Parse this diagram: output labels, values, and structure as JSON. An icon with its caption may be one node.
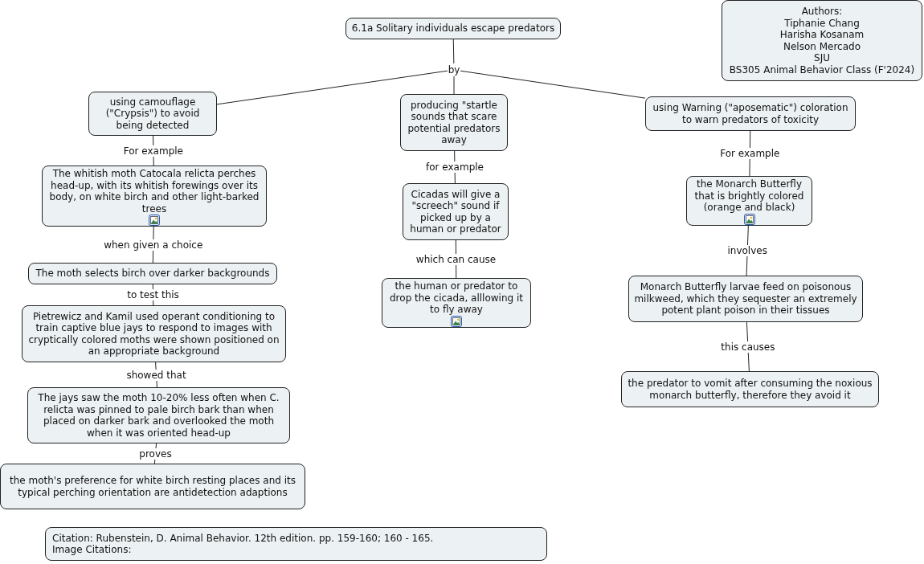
{
  "diagram": {
    "nodes": [
      {
        "text": [
          "6.1a Solitary individuals escape predators"
        ]
      },
      {
        "text": [
          "Authors:",
          "Tiphanie Chang",
          "Harisha Kosanam",
          "Nelson Mercado",
          "SJU",
          "BS305 Animal Behavior Class (F'2024)"
        ]
      },
      {
        "text": [
          "by"
        ]
      },
      {
        "text": [
          "using camouflage (\"Crypsis\") to avoid being detected"
        ]
      },
      {
        "text": [
          "producing \"startle sounds that scare potential predators away"
        ]
      },
      {
        "text": [
          "using Warning (\"aposematic\") coloration to warn predators of toxicity"
        ]
      },
      {
        "text": [
          "The whitish moth Catocala relicta perches head-up, with its whitish forewings over its body, on white birch and other light-barked trees"
        ]
      },
      {
        "text": [
          "Cicadas will give a \"screech\" sound if picked up by a human or predator"
        ]
      },
      {
        "text": [
          "the Monarch Butterfly that is brightly colored (orange and black)"
        ]
      },
      {
        "text": [
          "The moth selects birch over darker backgrounds"
        ]
      },
      {
        "text": [
          "the human or predator to drop the cicada, alllowing it to fly away"
        ]
      },
      {
        "text": [
          "Monarch Butterfly larvae feed on poisonous milkweed, which they sequester an extremely potent plant poison in their tissues"
        ]
      },
      {
        "text": [
          "Pietrewicz and Kamil used operant conditioning to train captive blue jays to respond to images with cryptically colored moths were shown positioned on an appropriate background"
        ]
      },
      {
        "text": [
          "the predator to vomit after consuming the noxious monarch butterfly, therefore they avoid it"
        ]
      },
      {
        "text": [
          "The jays saw the moth 10-20% less often when C. relicta was pinned to pale birch bark than when placed on darker bark and overlooked the moth when it was oriented head-up"
        ]
      },
      {
        "text": [
          "the moth's preference for white birch resting places and its typical perching orientation are antidetection adaptions"
        ]
      },
      {
        "text": [
          "Citation: Rubenstein, D. Animal Behavior. 12th edition. pp. 159-160; 160 - 165.",
          "Image Citations:"
        ]
      }
    ],
    "edges": [
      {
        "from": 0,
        "to": 2,
        "arrow": "none"
      },
      {
        "from": 2,
        "to": 3,
        "arrow": "none"
      },
      {
        "from": 2,
        "to": 4,
        "arrow": "none"
      },
      {
        "from": 2,
        "to": 5,
        "arrow": "none"
      },
      {
        "from": 3,
        "to": 6,
        "arrow": "none",
        "label": "For example"
      },
      {
        "from": 6,
        "to": 9,
        "arrow": "none",
        "label": "when given a choice"
      },
      {
        "from": 9,
        "to": 12,
        "arrow": "none",
        "label": "to test this"
      },
      {
        "from": 12,
        "to": 14,
        "arrow": "none",
        "label": "showed that"
      },
      {
        "from": 14,
        "to": 15,
        "arrow": "none",
        "label": "proves"
      },
      {
        "from": 4,
        "to": 7,
        "arrow": "none",
        "label": "for example"
      },
      {
        "from": 7,
        "to": 10,
        "arrow": "none",
        "label": "which can cause"
      },
      {
        "from": 5,
        "to": 8,
        "arrow": "none",
        "label": "For example"
      },
      {
        "from": 8,
        "to": 11,
        "arrow": "none",
        "label": "involves"
      },
      {
        "from": 11,
        "to": 13,
        "arrow": "none",
        "label": "this causes"
      }
    ]
  }
}
